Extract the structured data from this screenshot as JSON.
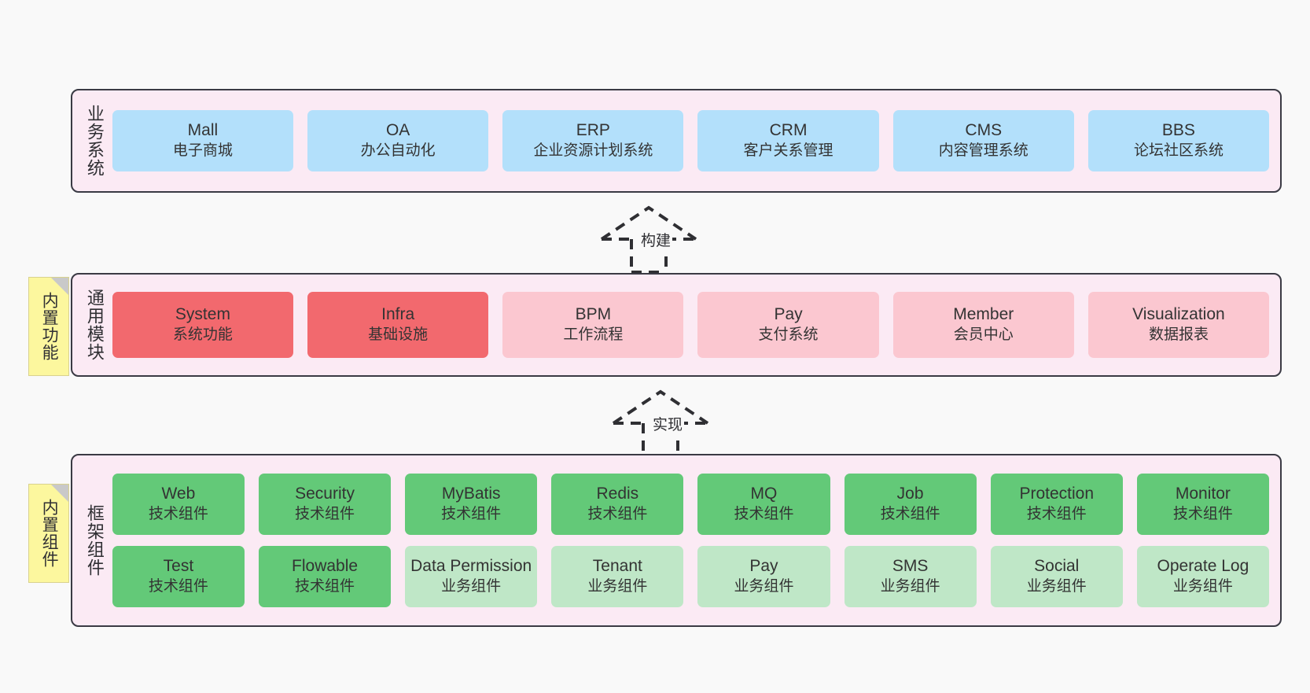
{
  "diagram": {
    "title_layers": [
      "业务系统",
      "通用模块",
      "框架组件"
    ],
    "notes": [
      {
        "id": "builtin-function",
        "text": "内置功能"
      },
      {
        "id": "builtin-component",
        "text": "内置组件"
      }
    ],
    "connectors": [
      {
        "id": "build",
        "label": "构建",
        "style": "dashed-hollow-arrow-up"
      },
      {
        "id": "implement",
        "label": "实现",
        "style": "dashed-hollow-arrow-up"
      }
    ]
  },
  "business_layer": {
    "caption": "业务系统",
    "color": "#b3e0fb",
    "items": [
      {
        "name": "Mall",
        "desc": "电子商城"
      },
      {
        "name": "OA",
        "desc": "办公自动化"
      },
      {
        "name": "ERP",
        "desc": "企业资源计划系统"
      },
      {
        "name": "CRM",
        "desc": "客户关系管理"
      },
      {
        "name": "CMS",
        "desc": "内容管理系统"
      },
      {
        "name": "BBS",
        "desc": "论坛社区系统"
      }
    ]
  },
  "module_layer": {
    "caption": "通用模块",
    "note": "内置功能",
    "colors": {
      "strong": "#f2696e",
      "soft": "#fbc7d0"
    },
    "items": [
      {
        "name": "System",
        "desc": "系统功能",
        "tone": "red"
      },
      {
        "name": "Infra",
        "desc": "基础设施",
        "tone": "red"
      },
      {
        "name": "BPM",
        "desc": "工作流程",
        "tone": "pink"
      },
      {
        "name": "Pay",
        "desc": "支付系统",
        "tone": "pink"
      },
      {
        "name": "Member",
        "desc": "会员中心",
        "tone": "pink"
      },
      {
        "name": "Visualization",
        "desc": "数据报表",
        "tone": "pink"
      }
    ]
  },
  "framework_layer": {
    "caption": "框架组件",
    "note": "内置组件",
    "colors": {
      "tech": "#63c978",
      "business": "#bfe7c7"
    },
    "row1": [
      {
        "name": "Web",
        "desc": "技术组件",
        "tone": "green"
      },
      {
        "name": "Security",
        "desc": "技术组件",
        "tone": "green"
      },
      {
        "name": "MyBatis",
        "desc": "技术组件",
        "tone": "green"
      },
      {
        "name": "Redis",
        "desc": "技术组件",
        "tone": "green"
      },
      {
        "name": "MQ",
        "desc": "技术组件",
        "tone": "green"
      },
      {
        "name": "Job",
        "desc": "技术组件",
        "tone": "green"
      },
      {
        "name": "Protection",
        "desc": "技术组件",
        "tone": "green"
      },
      {
        "name": "Monitor",
        "desc": "技术组件",
        "tone": "green"
      }
    ],
    "row2": [
      {
        "name": "Test",
        "desc": "技术组件",
        "tone": "green"
      },
      {
        "name": "Flowable",
        "desc": "技术组件",
        "tone": "green"
      },
      {
        "name": "Data Permission",
        "desc": "业务组件",
        "tone": "lightgreen"
      },
      {
        "name": "Tenant",
        "desc": "业务组件",
        "tone": "lightgreen"
      },
      {
        "name": "Pay",
        "desc": "业务组件",
        "tone": "lightgreen"
      },
      {
        "name": "SMS",
        "desc": "业务组件",
        "tone": "lightgreen"
      },
      {
        "name": "Social",
        "desc": "业务组件",
        "tone": "lightgreen"
      },
      {
        "name": "Operate Log",
        "desc": "业务组件",
        "tone": "lightgreen"
      }
    ]
  }
}
